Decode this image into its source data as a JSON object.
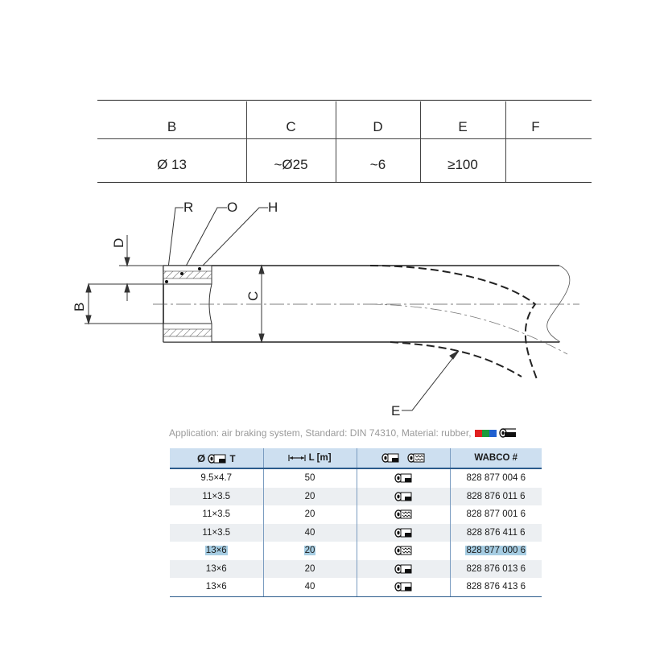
{
  "dimension_table": {
    "headers": [
      "B",
      "C",
      "D",
      "E",
      "F"
    ],
    "values": [
      "Ø 13",
      "~Ø25",
      "~6",
      "≥100",
      ""
    ]
  },
  "drawing": {
    "labels": {
      "r": "R",
      "o": "O",
      "h": "H",
      "d": "D",
      "b": "B",
      "c": "C",
      "e": "E"
    }
  },
  "application": {
    "text": "Application: air braking system, Standard: DIN 74310, Material: rubber,",
    "flag_colors": [
      "#e02020",
      "#1a9a3a",
      "#2060d0"
    ]
  },
  "parts_table": {
    "headers": {
      "diameter": "T",
      "length": "L [m]",
      "type": "",
      "wabco": "WABCO #"
    },
    "header_icons": [
      "diameter-hose-icon",
      "length-arrow-icon",
      "smooth-hose-icon",
      "braided-hose-icon"
    ],
    "rows": [
      {
        "size": "9.5×4.7",
        "length": "50",
        "type_icon": "smooth-hose-icon",
        "wabco": "828 877 004 6",
        "highlight": false
      },
      {
        "size": "11×3.5",
        "length": "20",
        "type_icon": "smooth-hose-icon",
        "wabco": "828 876 011 6",
        "highlight": false
      },
      {
        "size": "11×3.5",
        "length": "20",
        "type_icon": "braided-hose-icon",
        "wabco": "828 877 001 6",
        "highlight": false
      },
      {
        "size": "11×3.5",
        "length": "40",
        "type_icon": "smooth-hose-icon",
        "wabco": "828 876 411 6",
        "highlight": false
      },
      {
        "size": "13×6",
        "length": "20",
        "type_icon": "braided-hose-icon",
        "wabco": "828 877 000 6",
        "highlight": true
      },
      {
        "size": "13×6",
        "length": "20",
        "type_icon": "smooth-hose-icon",
        "wabco": "828 876 013 6",
        "highlight": false
      },
      {
        "size": "13×6",
        "length": "40",
        "type_icon": "smooth-hose-icon",
        "wabco": "828 876 413 6",
        "highlight": false
      }
    ]
  }
}
